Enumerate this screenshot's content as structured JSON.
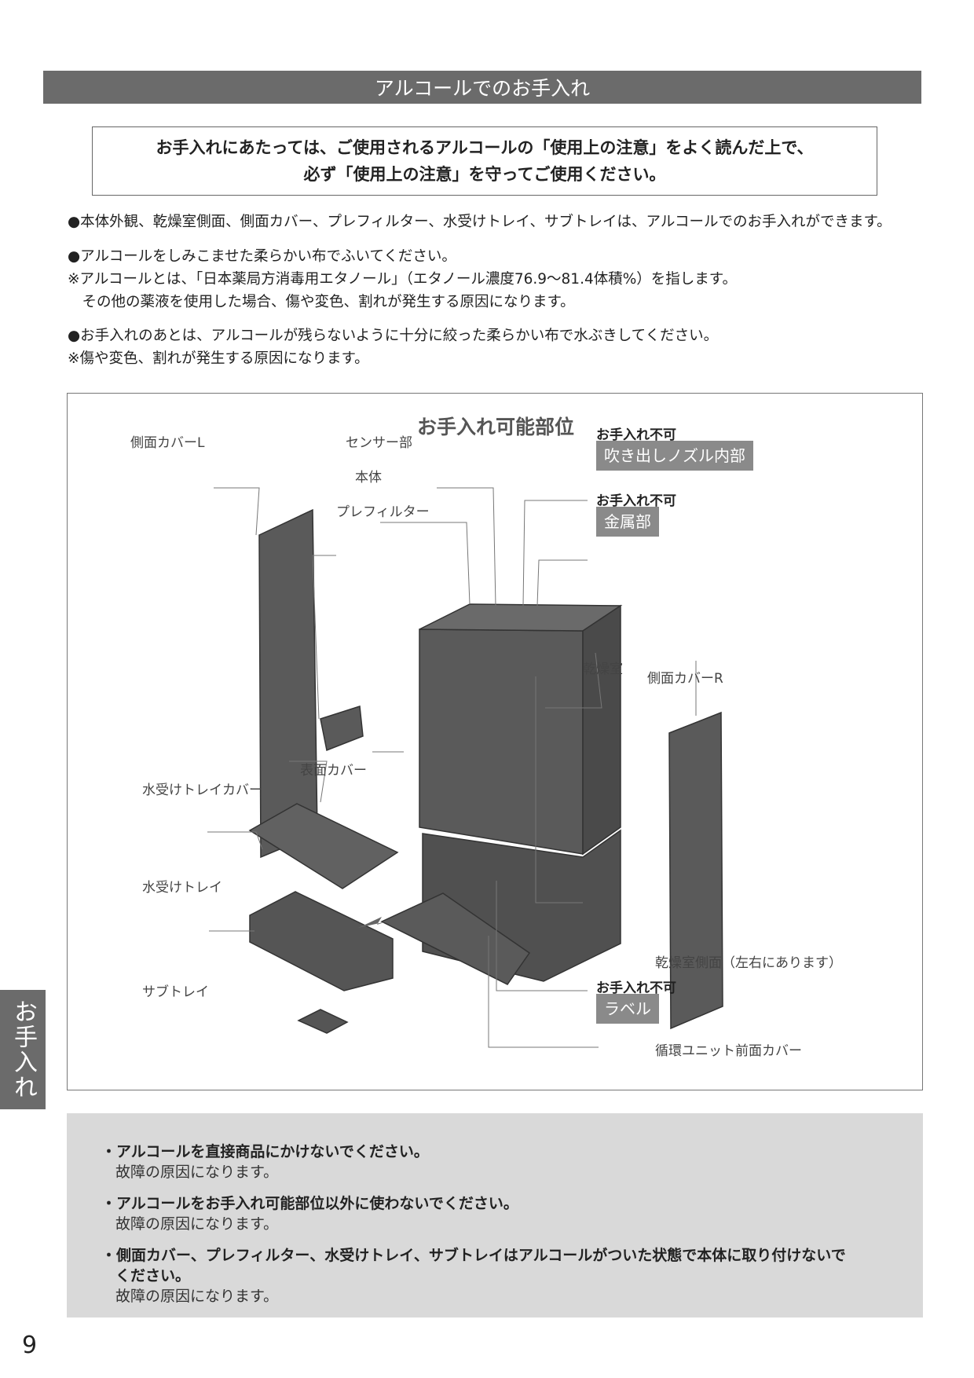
{
  "header": {
    "title": "アルコールでのお手入れ"
  },
  "notice": {
    "line1": "お手入れにあたっては、ご使用されるアルコールの「使用上の注意」をよく読んだ上で、",
    "line2": "必ず「使用上の注意」を守ってご使用ください。"
  },
  "paras": [
    "●本体外観、乾燥室側面、側面カバー、プレフィルター、水受けトレイ、サブトレイは、アルコールでのお手入れができます。",
    "●アルコールをしみこませた柔らかい布でふいてください。",
    "※アルコールとは、「日本薬局方消毒用エタノール」（エタノール濃度76.9～81.4体積%）を指します。",
    "　その他の薬液を使用した場合、傷や変色、割れが発生する原因になります。",
    "●お手入れのあとは、アルコールが残らないように十分に絞った柔らかい布で水ぶきしてください。",
    "※傷や変色、割れが発生する原因になります。"
  ],
  "diagram": {
    "title": "お手入れ可能部位",
    "labels": {
      "side_cover_l": "側面カバーL",
      "sensor": "センサー部",
      "body": "本体",
      "prefilter": "プレフィルター",
      "drying_room": "乾燥室",
      "side_cover_r": "側面カバーR",
      "surface_cover": "表面カバー",
      "tray_cover": "水受けトレイカバー",
      "tray": "水受けトレイ",
      "sub_tray": "サブトレイ",
      "drying_side": "乾燥室側面（左右にあります）",
      "circ_cover": "循環ユニット前面カバー"
    },
    "ng_heading": "お手入れ不可",
    "ng_items": [
      "吹き出しノズル内部",
      "金属部",
      "ラベル"
    ]
  },
  "side_tab": "お手入れ",
  "cautions": [
    {
      "title": "・アルコールを直接商品にかけないでください。",
      "sub": "故障の原因になります。"
    },
    {
      "title": "・アルコールをお手入れ可能部位以外に使わないでください。",
      "sub": "故障の原因になります。"
    },
    {
      "title": "・側面カバー、プレフィルター、水受けトレイ、サブトレイはアルコールがついた状態で本体に取り付けないで",
      "title2": "ください。",
      "sub": "故障の原因になります。"
    }
  ],
  "page_number": "9"
}
